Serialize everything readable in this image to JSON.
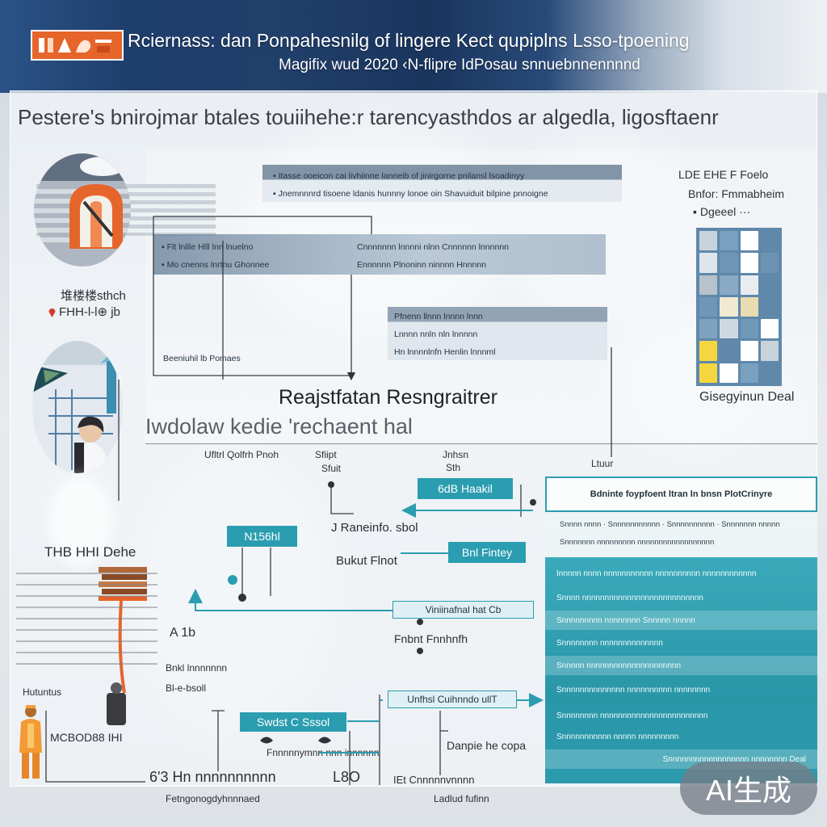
{
  "header": {
    "title": "Rciernass: dan Ponpahesnilg of lingere Kect qupiplns Lsso-tpoening",
    "subtitle": "Magifix wud 2020 ‹N-flipre IdPosau snnuebnnennnnd"
  },
  "panel": {
    "heading": "Pestere's bnirojmar btales touiihehe:r tarencyasthdos ar algedla, ligosftaenr"
  },
  "left": {
    "caption_1": "堆楼楼sthch",
    "caption_2": "FHH-l-l⊕ jb",
    "label_dehe": "THB HHI Dehe",
    "label_a1b": "A 1b",
    "label_bnkl": "Bnkl lnnnnnnn",
    "label_bleb": "Bl-e-bsoll",
    "label_hutuntus": "Hutuntus",
    "label_mcbod": "MCBOD88 IHI"
  },
  "bars": {
    "bar1": [
      "▪ Itasse ooeicon cai livhiinne lanneib of jinirgorne pnilansl lsoadinyy",
      "▪ Jnemnnnrd tisoene ldanis hunnny lonoe oin Shavuiduit bilpine pnnoigne"
    ],
    "bar2_left": [
      "▪ Flt lnllle Hlll lnn lnuelno",
      "▪ Mo cnenns lnrtnu Ghonnee"
    ],
    "bar2_right": [
      "Cnnnnnnn lnnnni nlnn Cnnnnnn lnnnnnn",
      "Ennnnnn Plnoninn ninnnn Hnnnnn"
    ],
    "bar3": [
      "Pfnenn llnnn lnnnn lnnn",
      "Lnnnn nnln nln lnnnnn",
      "Hn lnnnnlnfn Henlin lnnnml"
    ],
    "bar4": "Beeniuhil lb Pomaes"
  },
  "center": {
    "title": "Reajstfatan Resngraitrer",
    "subtitle": "Iwdolaw kedie 'rechaent hal"
  },
  "right_card": {
    "line1": "LDE EHE F Foelo",
    "line2": "Bnfor: Fmmabheim",
    "line3": "▪ Dgeeel ···",
    "caption": "Gisegyinun Deal"
  },
  "flow": {
    "top_1": "Ufltrl Qolfrh Pnoh",
    "top_2a": "Sfiipt",
    "top_2b": "Sfuit",
    "top_3a": "Jnhsn",
    "top_3b": "Sth",
    "top_4": "Ltuur",
    "box_haakil": "6dB Haakil",
    "box_n156": "N156hl",
    "label_rnne": "J Raneinfo. sbol",
    "label_bukut": "Bukut Flnot",
    "box_fintey": "Bnl Fintey",
    "bar_vinnal": "Viniinafnal hat Cb",
    "label_fnbnt": "Fnbnt Fnnhnfh",
    "label_unfhsl": "Unfhsl Cuihnndo ullT",
    "box_swdst": "Swdst C Sssol",
    "label_fnnnn": "Fnnnnnymnn nnn innnnnn",
    "label_danpie": "Danpie he copa",
    "label_iet": "IEt Cnnnnnvnnnn",
    "label_63": "6'3 Hn nnnnnnnnnn",
    "label_l8o": "L8O"
  },
  "teal_panel": {
    "header": "Bdninte foypfoent ltran ln bnsn PlotCrinyre",
    "light_rows": [
      "Snnnn nnnn · Snnnnnnnnnnn · Snnnnnnnnnn · Snnnnnnn nnnnn",
      "Snnnnnnn nnnnnnnnn nnnnnnnnnnnnnnnnnn"
    ],
    "rows": [
      "Innnnn nnnn nnnnnnnnnnn nnnnnnnnnn nnnnnnnnnnnn",
      "Snnnn nnnnnnnnnnnnnnnnnnnnnnnnnnn",
      "Snnnnnnnnn nnnnnnnn      Snnnnn nnnnn",
      "Snnnnnnnn nnnnnnnnnnnnnn",
      "Snnnnn nnnnnnnnnnnnnnnnnnnnn",
      "Snnnnnnnnnnnnnn nnnnnnnnnn nnnnnnnn",
      "Snnnnnnnn nnnnnnnnnnnnnnnnnnnnnnnn",
      "Snnnnnnnnnnn nnnnn nnnnnnnnn",
      "Snnnnnnnnnnnnnnnnnn nnnnnnnn Deal"
    ]
  },
  "footer": {
    "left": "Fetngonogdyhnnnaed",
    "right": "Ladlud fufinn"
  },
  "badge": {
    "label": "AI生成"
  },
  "colors": {
    "teal": "#2b9db0",
    "navy": "#1e3e6c",
    "orange": "#e5652b",
    "slate": "#5f88ab",
    "yellow": "#f5d63f"
  }
}
